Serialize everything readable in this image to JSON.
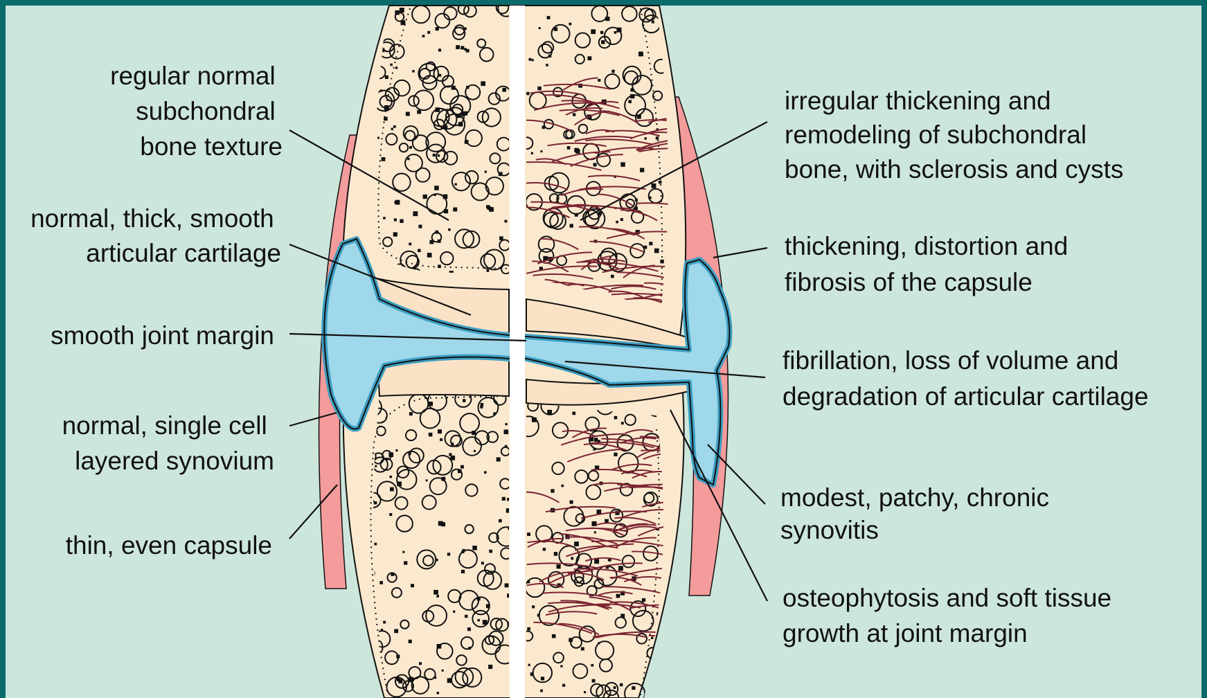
{
  "colors": {
    "frame": "#0b6b6b",
    "background": "#cde6dc",
    "bone": "#fbe9cf",
    "cartilage": "#fbe2c6",
    "synovial_fluid": "#9ed8ea",
    "synovium_rim": "#3d9ec2",
    "capsule": "#f49b9b",
    "sclerosis": "#7a2432",
    "ink": "#111111"
  },
  "labels": {
    "left": {
      "subchondral": [
        "regular normal",
        "subchondral",
        "bone texture"
      ],
      "cartilage": [
        "normal, thick, smooth",
        "articular cartilage"
      ],
      "margin": [
        "smooth joint margin"
      ],
      "synovium": [
        "normal, single cell",
        "layered synovium"
      ],
      "capsule": [
        "thin, even capsule"
      ]
    },
    "right": {
      "subchondral": [
        "irregular thickening and",
        "remodeling of subchondral",
        "bone, with sclerosis and cysts"
      ],
      "capsule": [
        "thickening, distortion and",
        "fibrosis of the capsule"
      ],
      "cartilage": [
        "fibrillation, loss of volume and",
        "degradation of articular cartilage"
      ],
      "synovitis": [
        "modest, patchy, chronic",
        "synovitis"
      ],
      "osteophytosis": [
        "osteophytosis and soft tissue",
        "growth at joint margin"
      ]
    }
  }
}
